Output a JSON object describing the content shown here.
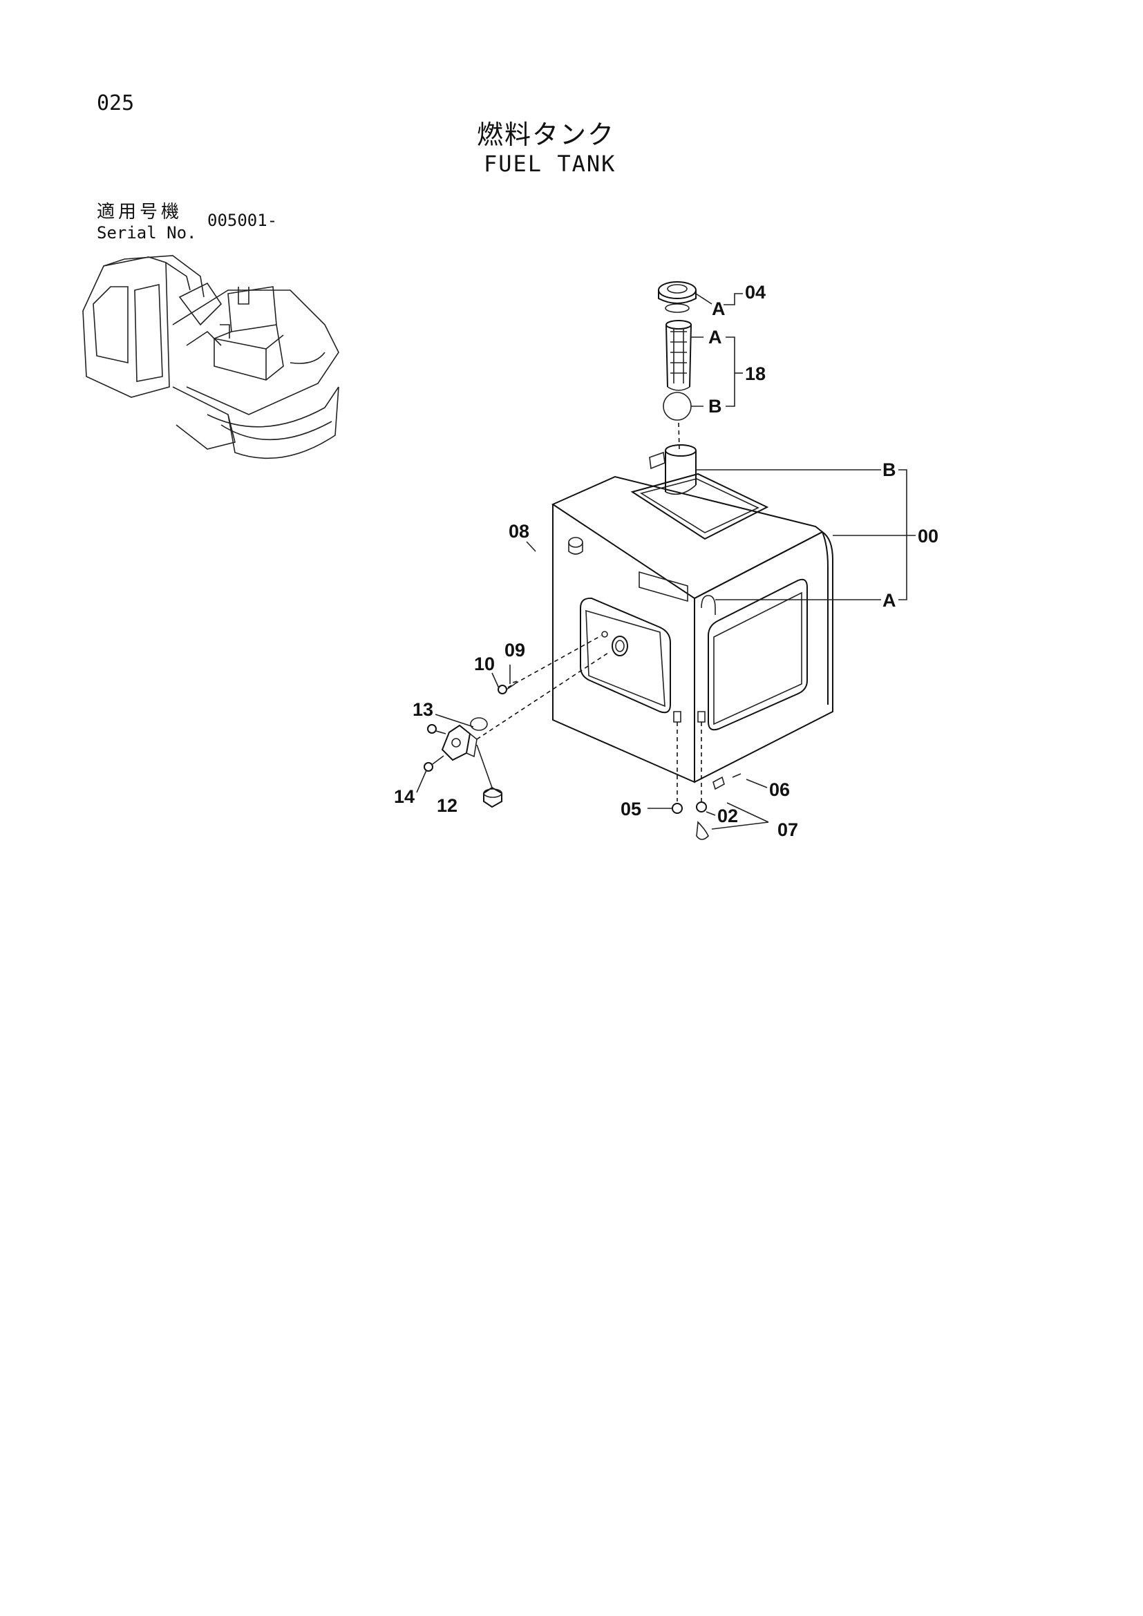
{
  "header": {
    "page_number": "025",
    "title_jp": "燃料タンク",
    "title_en": "FUEL TANK"
  },
  "serial": {
    "label_jp": "適用号機",
    "label_en": "Serial No.",
    "value": "005001-"
  },
  "callouts": {
    "c00": "00",
    "c02": "02",
    "c04": "04",
    "c05": "05",
    "c06": "06",
    "c07": "07",
    "c08": "08",
    "c09": "09",
    "c10": "10",
    "c12": "12",
    "c13": "13",
    "c14": "14",
    "c18": "18"
  },
  "refs": {
    "a": "A",
    "b": "B"
  }
}
